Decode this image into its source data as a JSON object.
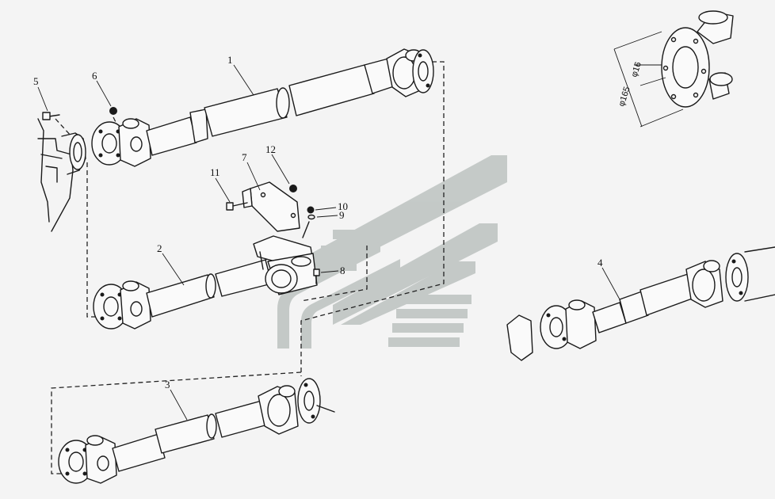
{
  "labels": {
    "p1": "1",
    "p2": "2",
    "p3": "3",
    "p4": "4",
    "p5": "5",
    "p6": "6",
    "p7": "7",
    "p8": "8",
    "p9": "9",
    "p10": "10",
    "p11": "11",
    "p12": "12"
  },
  "dimensions": {
    "outer": "φ165",
    "inner": "φ16"
  },
  "colors": {
    "line": "#1a1a1a",
    "background": "#f4f4f4",
    "watermark": "#bcc2c0"
  }
}
